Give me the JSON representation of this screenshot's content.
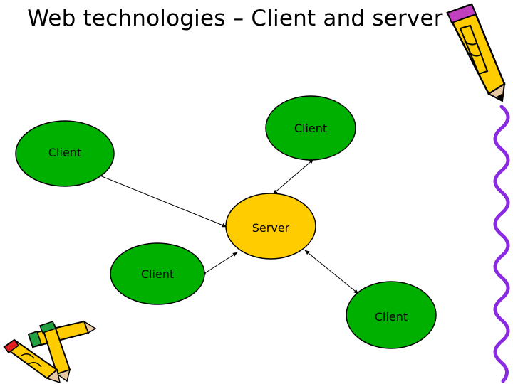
{
  "slide": {
    "title": "Web technologies – Client and server"
  },
  "diagram": {
    "nodes": [
      {
        "id": "client-top-right",
        "label": "Client",
        "color": "#00b000"
      },
      {
        "id": "client-left",
        "label": "Client",
        "color": "#00b000"
      },
      {
        "id": "server",
        "label": "Server",
        "color": "#ffcc00"
      },
      {
        "id": "client-bottom-left",
        "label": "Client",
        "color": "#00b000"
      },
      {
        "id": "client-bottom-right",
        "label": "Client",
        "color": "#00b000"
      }
    ],
    "edges": [
      {
        "from": "client-left",
        "to": "server"
      },
      {
        "from": "client-top-right",
        "to": "server"
      },
      {
        "from": "client-bottom-left",
        "to": "server"
      },
      {
        "from": "server",
        "to": "client-bottom-right"
      }
    ]
  },
  "decorations": {
    "clipart": [
      "pencil-clipart",
      "pencils-clipart",
      "squiggle-border"
    ]
  }
}
